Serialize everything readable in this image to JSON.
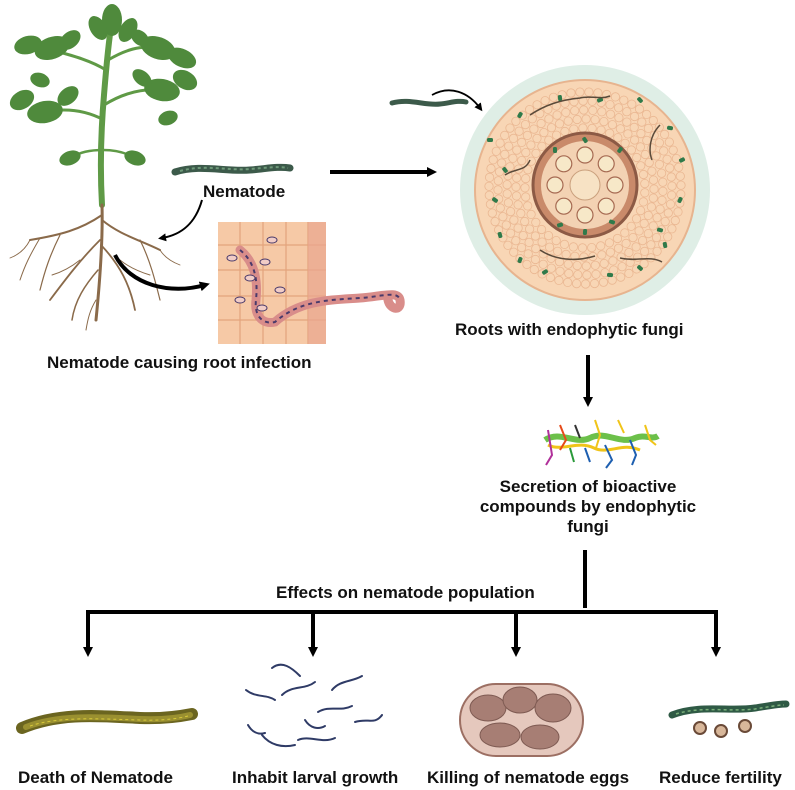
{
  "labels": {
    "nematode": "Nematode",
    "root_infection": "Nematode causing root infection",
    "roots_fungi": "Roots with endophytic fungi",
    "secretion_line1": "Secretion of bioactive",
    "secretion_line2": "compounds by endophytic",
    "secretion_line3": "fungi",
    "effects": "Effects on nematode population",
    "death": "Death of Nematode",
    "larval": "Inhabit larval growth",
    "eggs": "Killing of nematode eggs",
    "fertility": "Reduce fertility"
  },
  "icons": {
    "plant": "tomato-plant-icon",
    "nematode": "nematode-worm-icon",
    "root_tissue": "root-tissue-infection-icon",
    "root_cross_section": "root-cross-section-icon",
    "molecule": "bioactive-compound-molecule-icon",
    "dead_nematode": "dead-nematode-icon",
    "larvae": "larvae-icon",
    "egg_mass": "egg-mass-icon",
    "fertility_worm": "nematode-with-eggs-icon"
  },
  "colors": {
    "arrow": "#000000",
    "plant_green": "#4f8a3c",
    "root_brown": "#8a6a4a",
    "tissue_peach": "#f6c9a6",
    "cortex": "#f8d6b5",
    "fungi_green": "#2f7a4a",
    "nematode_dark": "#3c5a4a",
    "egg_brown": "#a77e74",
    "larva_blue": "#2f3b66"
  }
}
